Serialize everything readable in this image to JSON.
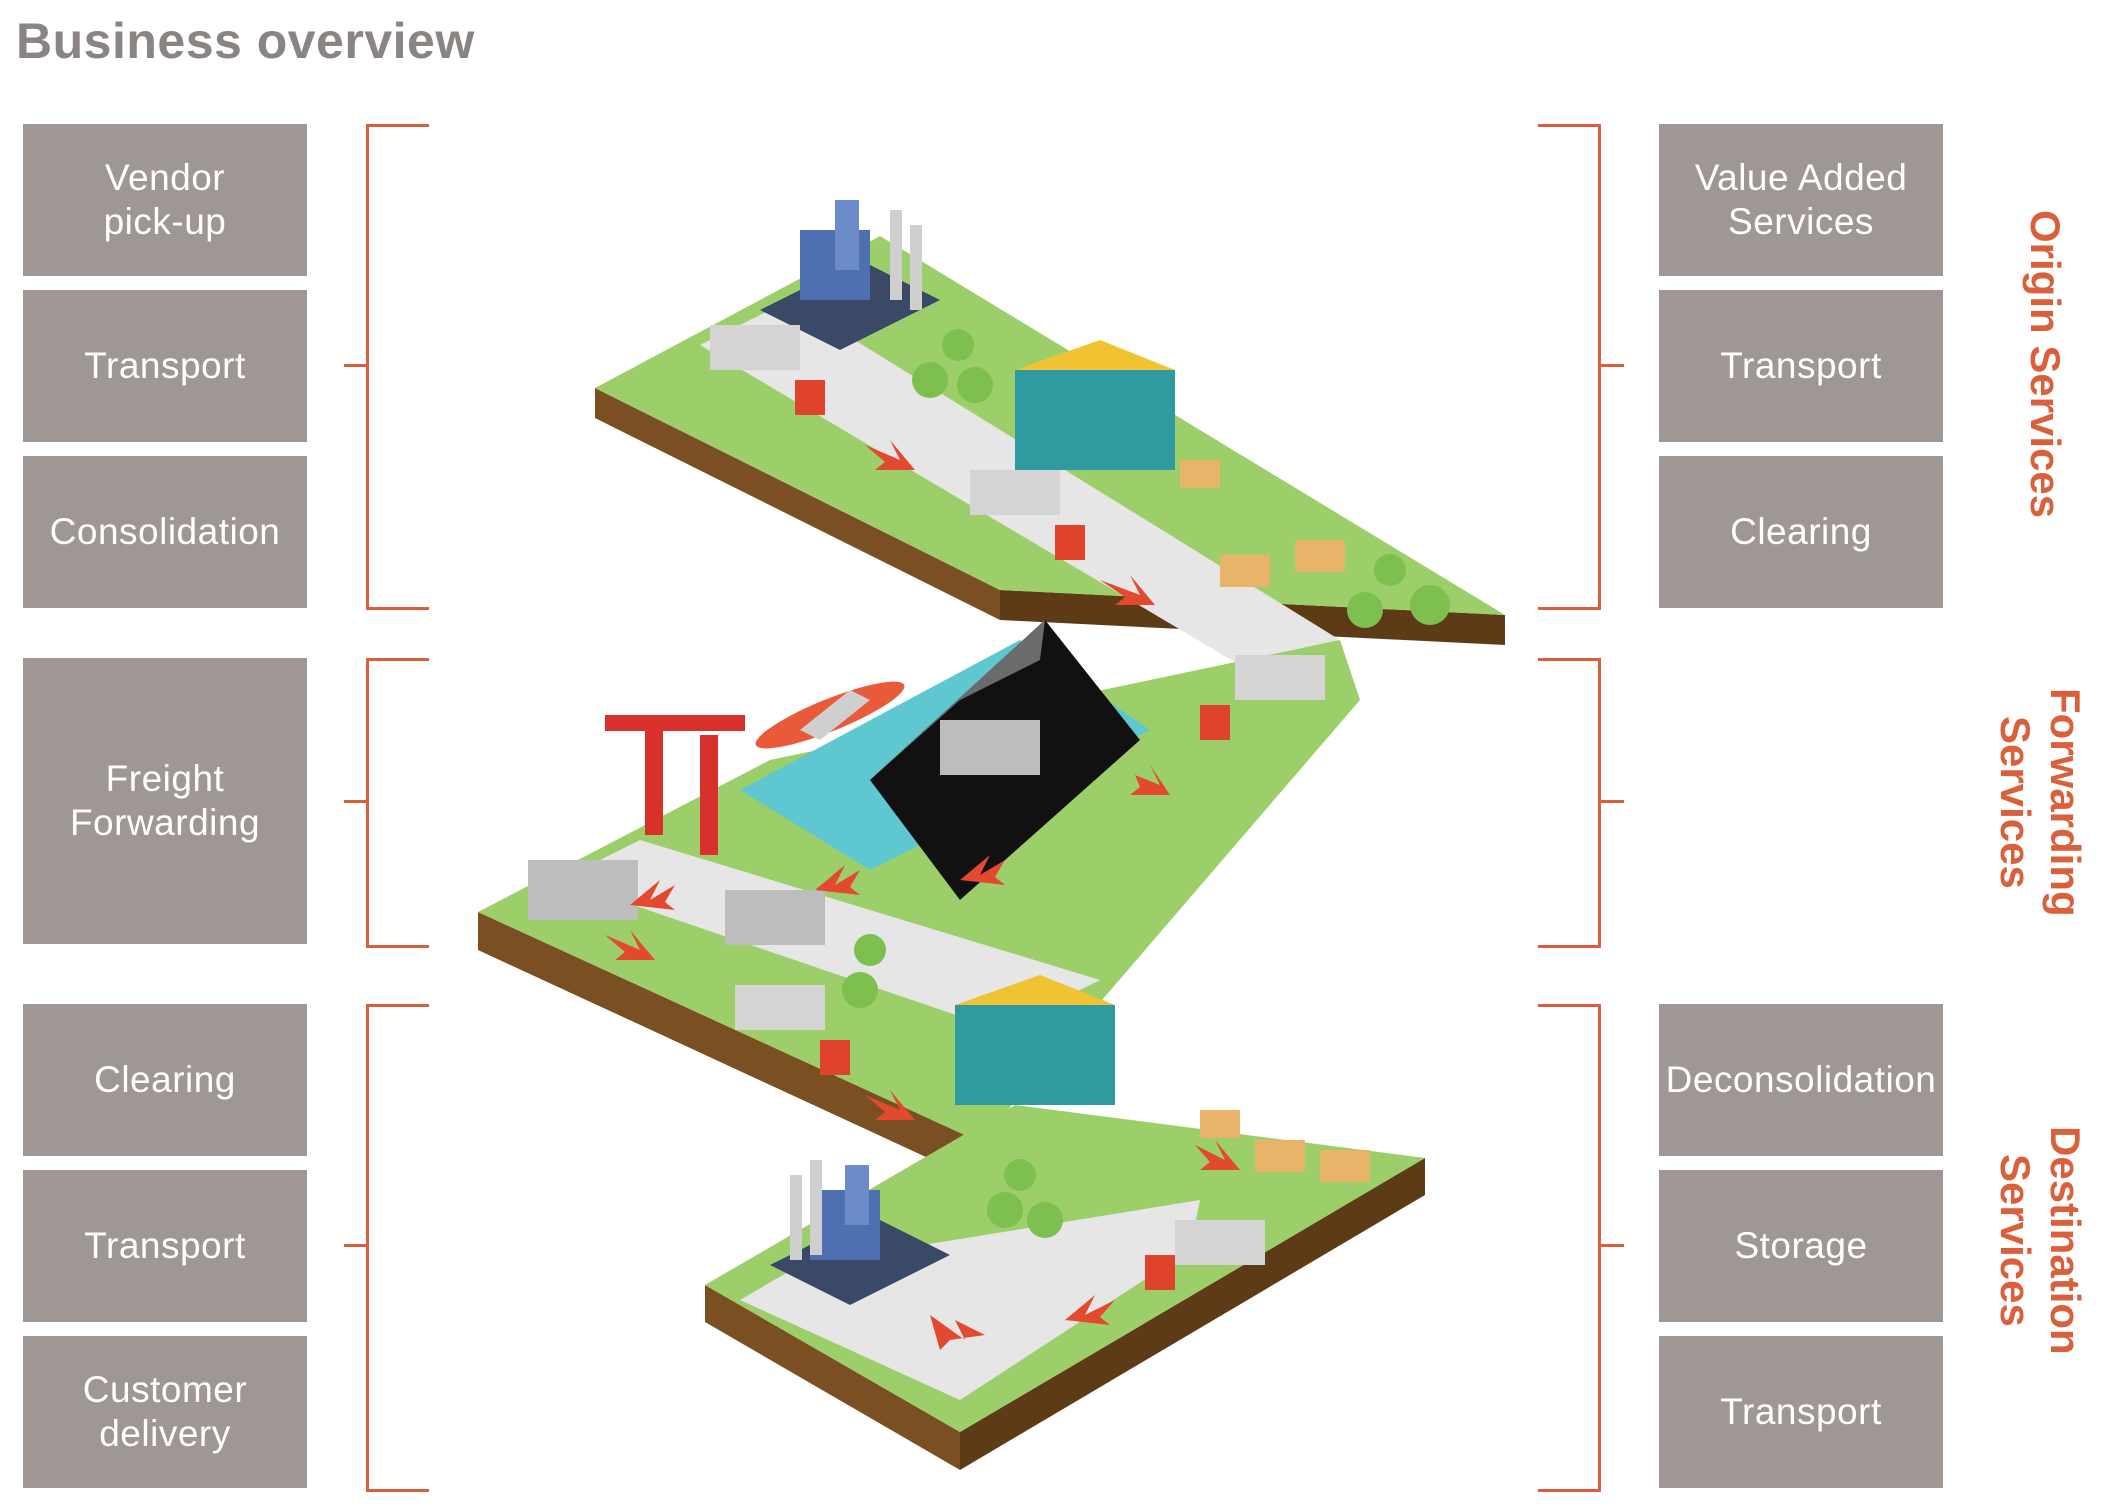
{
  "title": "Business overview",
  "left_boxes": {
    "vendor_pickup": "Vendor\npick-up",
    "transport_1": "Transport",
    "consolidation": "Consolidation",
    "freight_forwarding": "Freight\nForwarding",
    "clearing": "Clearing",
    "transport_2": "Transport",
    "customer_delivery": "Customer\ndelivery"
  },
  "right_boxes": {
    "value_added": "Value Added\nServices",
    "transport_1": "Transport",
    "clearing": "Clearing",
    "deconsolidation": "Deconsolidation",
    "storage": "Storage",
    "transport_2": "Transport"
  },
  "groups": {
    "origin": "Origin Services",
    "forwarding": "Forwarding\nServices",
    "destination": "Destination\nServices"
  },
  "colors": {
    "box": "#9e9794",
    "accent": "#d9603b",
    "grass": "#9ccf6a",
    "road": "#e6e6e6",
    "soil": "#7a4f22"
  }
}
